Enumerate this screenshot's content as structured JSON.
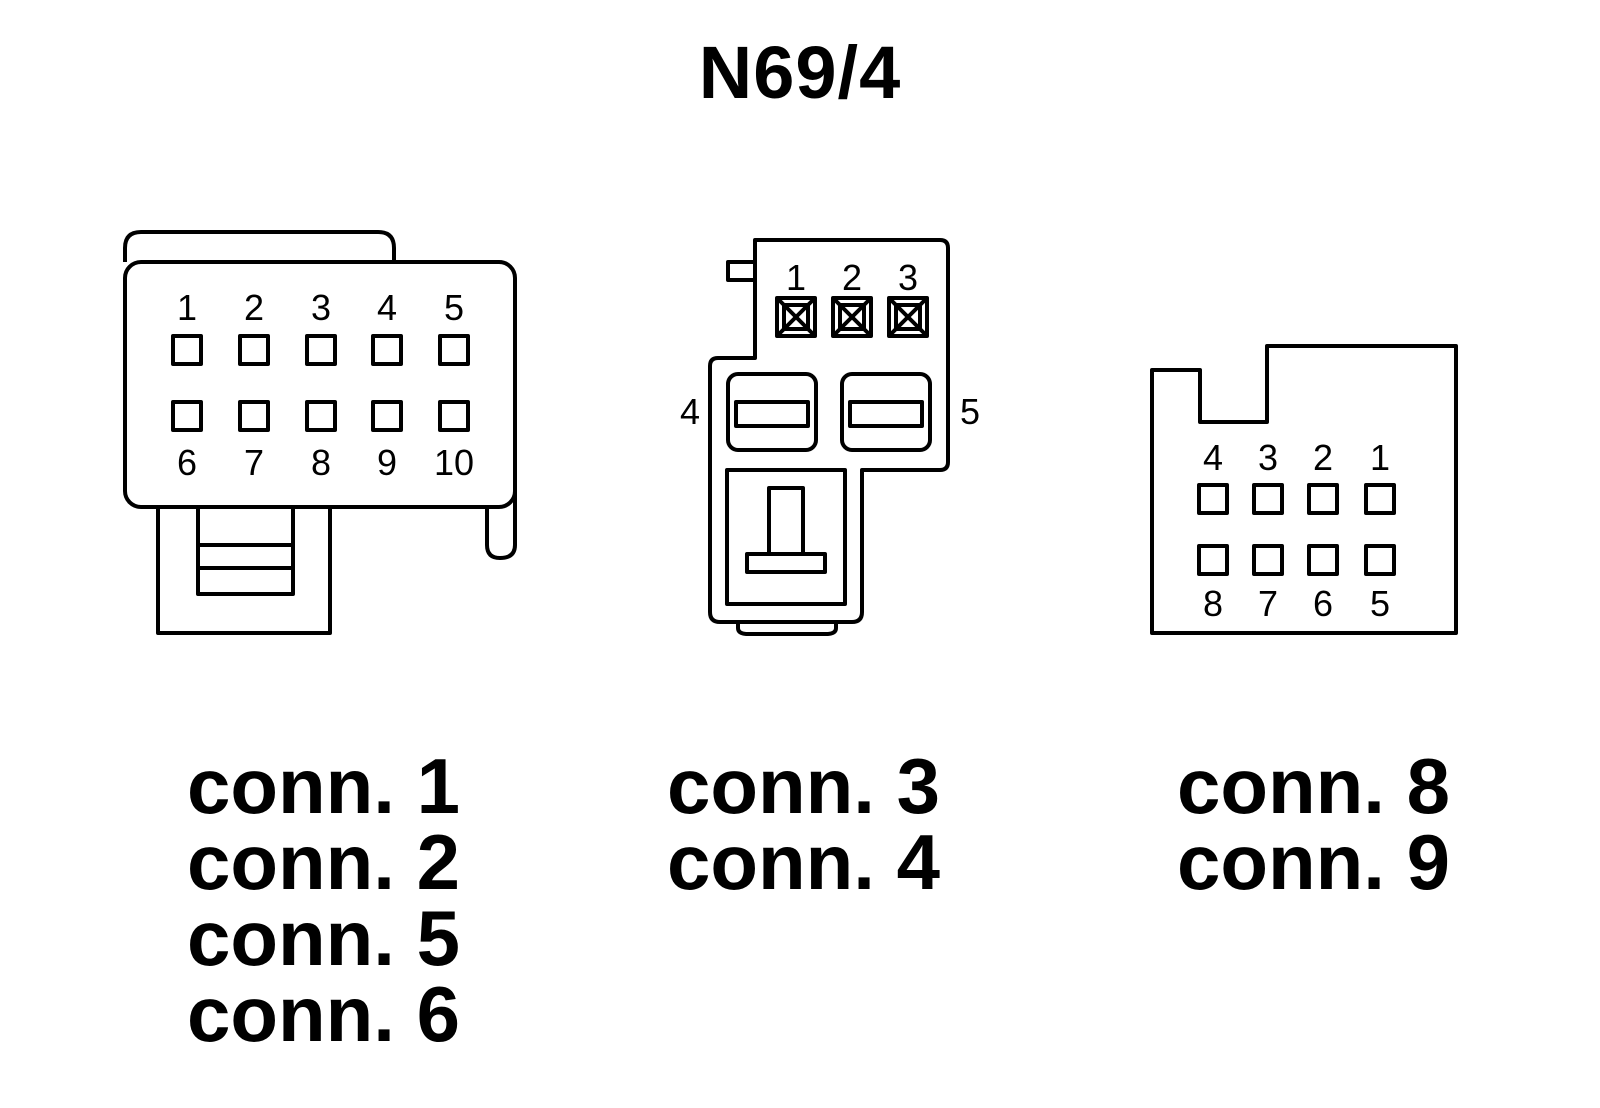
{
  "title": "N69/4",
  "connectors": {
    "left": {
      "pins_top": [
        "1",
        "2",
        "3",
        "4",
        "5"
      ],
      "pins_bottom": [
        "6",
        "7",
        "8",
        "9",
        "10"
      ],
      "labels": [
        "conn. 1",
        "conn. 2",
        "conn. 5",
        "conn. 6"
      ]
    },
    "middle": {
      "pins_top": [
        "1",
        "2",
        "3"
      ],
      "pin_left": "4",
      "pin_right": "5",
      "labels": [
        "conn. 3",
        "conn. 4"
      ]
    },
    "right": {
      "pins_top": [
        "4",
        "3",
        "2",
        "1"
      ],
      "pins_bottom": [
        "8",
        "7",
        "6",
        "5"
      ],
      "labels": [
        "conn. 8",
        "conn. 9"
      ]
    }
  }
}
